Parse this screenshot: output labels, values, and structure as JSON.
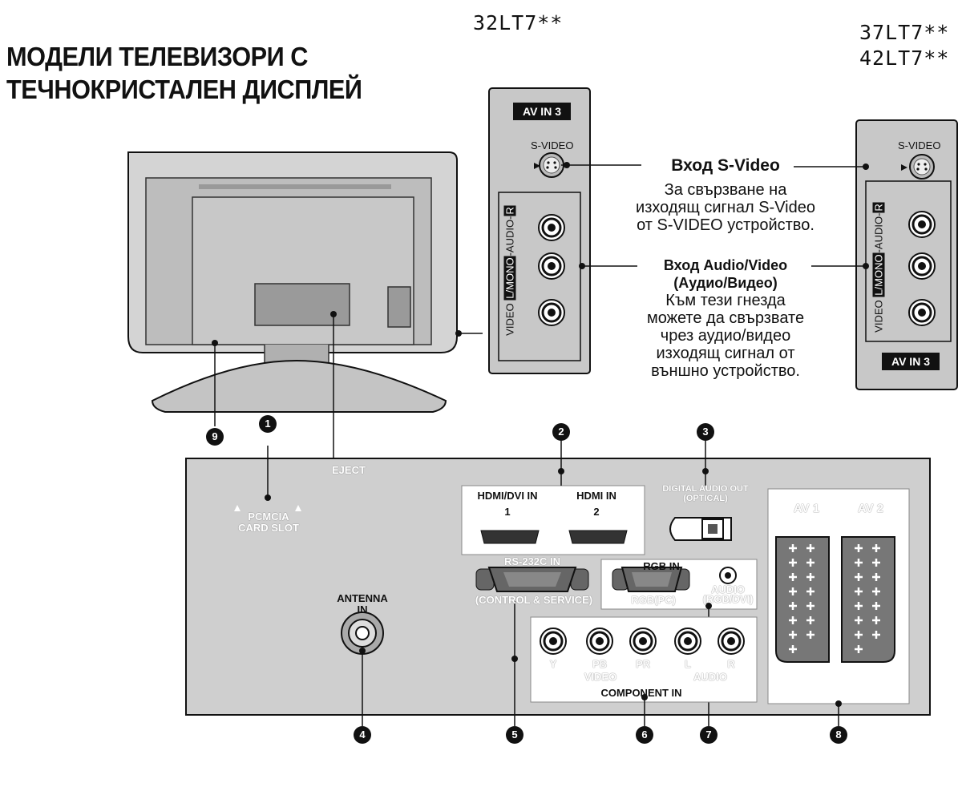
{
  "title_line1": "МОДЕЛИ ТЕЛЕВИЗОРИ С",
  "title_line2": "ТЕЧНОКРИСТАЛЕН ДИСПЛЕЙ",
  "models": {
    "left": "32LT7**",
    "right_1": "37LT7**",
    "right_2": "42LT7**"
  },
  "side_panel": {
    "av_in3": "AV IN 3",
    "s_video": "S-VIDEO",
    "video": "VIDEO",
    "l_mono": "L/MONO",
    "audio": "-AUDIO-",
    "r": "R"
  },
  "callouts": {
    "svideo_title": "Вход S-Video",
    "svideo_l1": "За свързване на",
    "svideo_l2": "изходящ сигнал S-Video",
    "svideo_l3": "от S-VIDEO устройство.",
    "av_title1": "Вход Audio/Video",
    "av_title2": "(Аудио/Видео)",
    "av_l1": "Към тези гнезда",
    "av_l2": "можете да свързвате",
    "av_l3": "чрез аудио/видео",
    "av_l4": "изходящ сигнал от",
    "av_l5": "външно устройство."
  },
  "rear_panel": {
    "eject": "EJECT",
    "pcmcia_1": "PCMCIA",
    "pcmcia_2": "CARD SLOT",
    "antenna_1": "ANTENNA",
    "antenna_2": "IN",
    "hdmi_dvi": "HDMI/DVI IN",
    "hdmi_dvi_num": "1",
    "hdmi": "HDMI IN",
    "hdmi_num": "2",
    "optical_1": "DIGITAL AUDIO OUT",
    "optical_2": "(OPTICAL)",
    "rs232_1": "RS-232C IN",
    "rs232_2": "(CONTROL & SERVICE)",
    "rgb_in": "RGB IN",
    "rgb_pc": "RGB(PC)",
    "audio_rgb_1": "AUDIO",
    "audio_rgb_2": "(RGB/DVI)",
    "comp_y": "Y",
    "comp_pb": "PB",
    "comp_pr": "PR",
    "comp_l": "L",
    "comp_r": "R",
    "comp_video": "VIDEO",
    "comp_audio": "AUDIO",
    "component_in": "COMPONENT IN",
    "av1": "AV 1",
    "av2": "AV 2"
  },
  "numbers": [
    "1",
    "2",
    "3",
    "4",
    "5",
    "6",
    "7",
    "8",
    "9"
  ]
}
